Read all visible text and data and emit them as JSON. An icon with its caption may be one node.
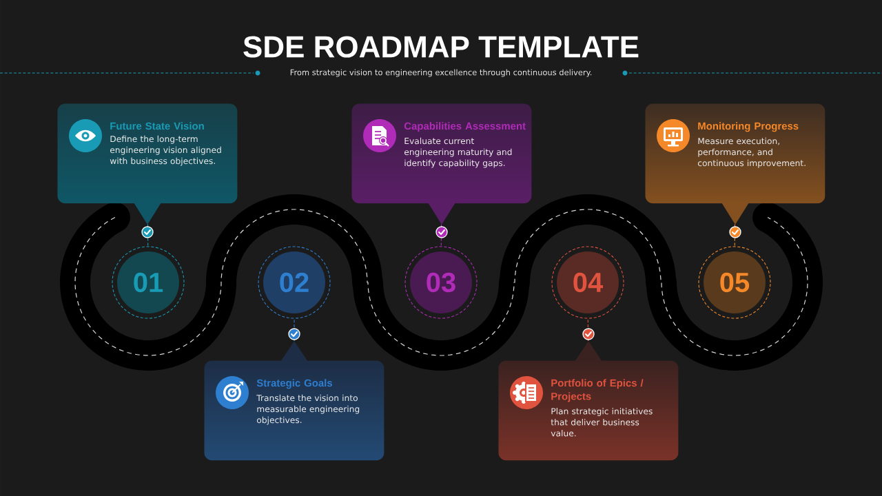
{
  "diagram": {
    "title": "SDE ROADMAP TEMPLATE",
    "nodes": [
      {
        "text": [
          "Future State Vision",
          "Define the long-term engineering vision aligned with business objectives."
        ]
      },
      {
        "text": [
          "Strategic Goals",
          "Translate the vision into measurable engineering objectives."
        ]
      },
      {
        "text": [
          "Capabilities Assessment",
          "Evaluate current engineering maturity and identify capability gaps."
        ]
      },
      {
        "text": [
          "Portfolio of Epics / Projects",
          "Plan strategic initiatives that deliver business value."
        ]
      },
      {
        "text": [
          "Monitoring Progress",
          "Measure execution, performance, and continuous improvement."
        ]
      },
      {
        "text": [
          "01"
        ]
      },
      {
        "text": [
          "02"
        ]
      },
      {
        "text": [
          "03"
        ]
      },
      {
        "text": [
          "04"
        ]
      },
      {
        "text": [
          "05"
        ]
      }
    ],
    "edges": [
      {
        "from": 0,
        "to": 5,
        "arrow": "other",
        "style": "dashed",
        "color": "#1a9bb5"
      },
      {
        "from": 1,
        "to": 6,
        "arrow": "other",
        "style": "dashed",
        "color": "#2f7fd0"
      },
      {
        "from": 2,
        "to": 7,
        "arrow": "other",
        "style": "dashed",
        "color": "#b02cb8"
      },
      {
        "from": 3,
        "to": 8,
        "arrow": "other",
        "style": "dashed",
        "color": "#e0533f"
      },
      {
        "from": 4,
        "to": 9,
        "arrow": "other",
        "style": "dashed",
        "color": "#f5892a"
      }
    ],
    "labels": [
      "From strategic vision to engineering excellence through continuous delivery."
    ]
  }
}
